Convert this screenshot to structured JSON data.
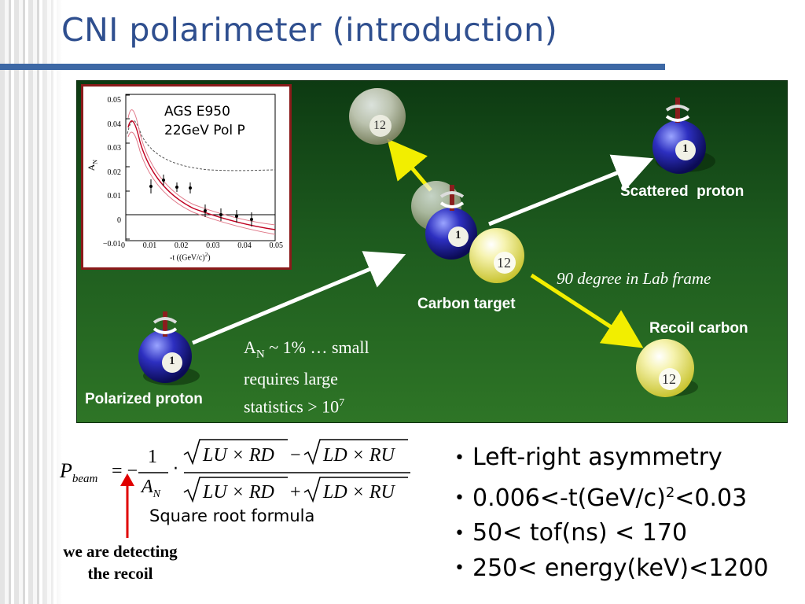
{
  "title": "CNI polarimeter (introduction)",
  "inset_plot": {
    "label_line1": "AGS E950",
    "label_line2": "22GeV Pol P",
    "y_axis_label": "A",
    "y_axis_sub": "N",
    "x_axis_label": "-t ((GeV/c)",
    "x_axis_sup": "2",
    "x_axis_close": ")",
    "y_ticks": [
      "0.05",
      "0.04",
      "0.03",
      "0.02",
      "0.01",
      "0",
      "−0.01"
    ],
    "x_ticks": [
      "0",
      "0.01",
      "0.02",
      "0.03",
      "0.04",
      "0.05"
    ]
  },
  "diagram": {
    "scattered_proton": "Scattered  proton",
    "carbon_target": "Carbon target",
    "recoil_carbon": "Recoil carbon",
    "polarized_proton": "Polarized proton",
    "lab_frame": "90 degree in Lab frame",
    "ball_proton": "1",
    "ball_carbon": "12",
    "an_text_pre": "A",
    "an_text_sub": "N",
    "an_text_post": " ~ 1% … small",
    "stats_line1": "requires large",
    "stats_line2_pre": "statistics > 10",
    "stats_line2_sup": "7",
    "colors": {
      "panel_dark": "#0d3a12",
      "panel_light": "#2e7526",
      "arrow_white": "#ffffff",
      "arrow_yellow": "#f2ee00",
      "proton_blue": "#2a2ab0",
      "carbon_yellow": "#f4f08a"
    }
  },
  "formula": {
    "lhs": "P",
    "lhs_sub": "beam",
    "equals": "= −",
    "frac1_num": "1",
    "frac1_den": "A",
    "frac1_den_sub": "N",
    "dot": "·",
    "num_term1": "LU × RD",
    "num_op": "−",
    "num_term2": "LD × RU",
    "den_term1": "LU × RD",
    "den_op": "+",
    "den_term2": "LD × RU"
  },
  "formula_caption": "Square root formula",
  "detect_line1": "we are detecting",
  "detect_line2": "the recoil",
  "bullets": [
    {
      "text": "Left-right asymmetry",
      "sup": "",
      "after": ""
    },
    {
      "text": "0.006<-t(GeV/c)",
      "sup": "2",
      "after": "<0.03"
    },
    {
      "text": "50< tof(ns) < 170",
      "sup": "",
      "after": ""
    },
    {
      "text": "250< energy(keV)<1200",
      "sup": "",
      "after": ""
    }
  ],
  "bullet_glyph": "•",
  "accent_color": "#3d68a5",
  "title_color": "#2f4f8f"
}
